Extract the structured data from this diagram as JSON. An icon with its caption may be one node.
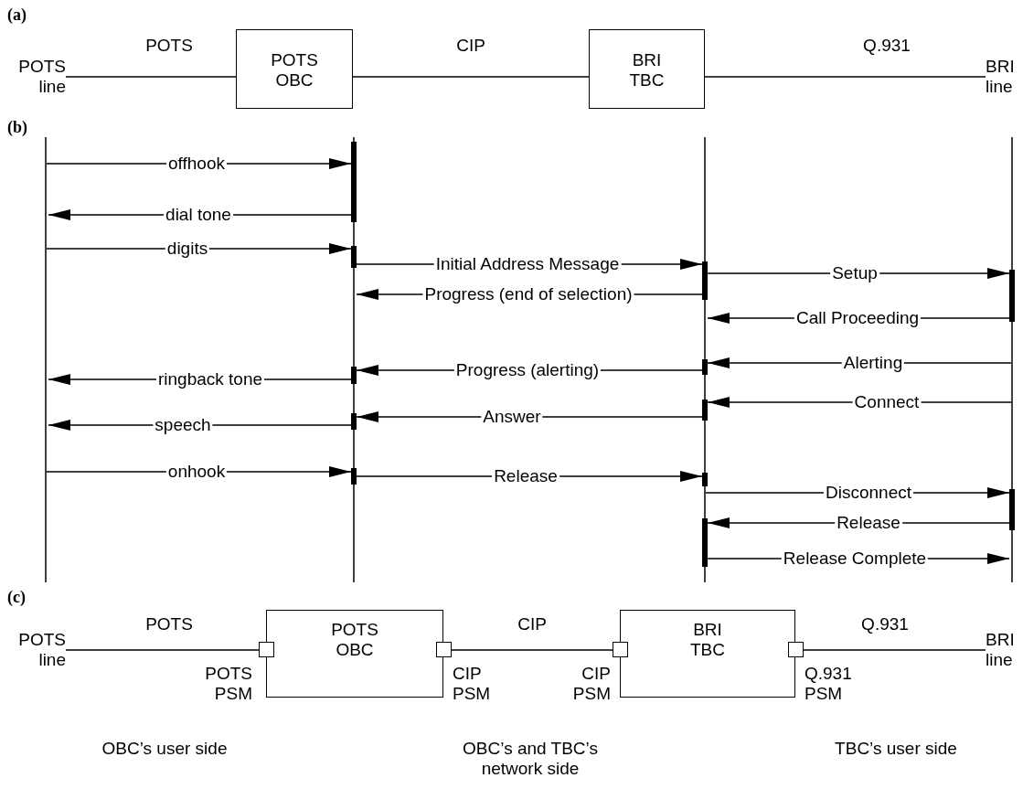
{
  "diagram": {
    "nodes": [
      {
        "text": [
          "POTS line"
        ]
      },
      {
        "text": [
          "POTS OBC"
        ]
      },
      {
        "text": [
          "BRI TBC"
        ]
      },
      {
        "text": [
          "BRI line"
        ]
      },
      {
        "text": [],
        "shape": "bar"
      },
      {
        "text": [],
        "shape": "bar"
      },
      {
        "text": [],
        "shape": "bar"
      },
      {
        "text": [],
        "shape": "bar"
      },
      {
        "text": [
          "POTS line"
        ]
      },
      {
        "text": [
          "POTS OBC"
        ]
      },
      {
        "text": [
          "BRI TBC"
        ]
      },
      {
        "text": [
          "BRI line"
        ]
      },
      {
        "text": [],
        "shape": "box",
        "beside": [
          "POTS PSM"
        ]
      },
      {
        "text": [],
        "shape": "box",
        "beside": [
          "CIP PSM"
        ]
      },
      {
        "text": [],
        "shape": "box",
        "beside": [
          "CIP PSM"
        ]
      },
      {
        "text": [],
        "shape": "box",
        "beside": [
          "Q.931 PSM"
        ]
      }
    ],
    "edges": [
      {
        "from": 0,
        "to": 1,
        "arrow": "none",
        "label": "POTS"
      },
      {
        "from": 1,
        "to": 2,
        "arrow": "none",
        "label": "CIP"
      },
      {
        "from": 2,
        "to": 3,
        "arrow": "none",
        "label": "Q.931"
      },
      {
        "from": 4,
        "to": 5,
        "arrow": "to",
        "label": "offhook"
      },
      {
        "from": 5,
        "to": 4,
        "arrow": "to",
        "label": "dial tone"
      },
      {
        "from": 4,
        "to": 5,
        "arrow": "to",
        "label": "digits"
      },
      {
        "from": 5,
        "to": 6,
        "arrow": "to",
        "label": "Initial Address Message"
      },
      {
        "from": 6,
        "to": 7,
        "arrow": "to",
        "label": "Setup"
      },
      {
        "from": 6,
        "to": 5,
        "arrow": "to",
        "label": "Progress (end of selection)"
      },
      {
        "from": 7,
        "to": 6,
        "arrow": "to",
        "label": "Call Proceeding"
      },
      {
        "from": 7,
        "to": 6,
        "arrow": "to",
        "label": "Alerting"
      },
      {
        "from": 6,
        "to": 5,
        "arrow": "to",
        "label": "Progress (alerting)"
      },
      {
        "from": 5,
        "to": 4,
        "arrow": "to",
        "label": "ringback tone"
      },
      {
        "from": 7,
        "to": 6,
        "arrow": "to",
        "label": "Connect"
      },
      {
        "from": 6,
        "to": 5,
        "arrow": "to",
        "label": "Answer"
      },
      {
        "from": 5,
        "to": 4,
        "arrow": "to",
        "label": "speech"
      },
      {
        "from": 4,
        "to": 5,
        "arrow": "to",
        "label": "onhook"
      },
      {
        "from": 5,
        "to": 6,
        "arrow": "to",
        "label": "Release"
      },
      {
        "from": 6,
        "to": 7,
        "arrow": "to",
        "label": "Disconnect"
      },
      {
        "from": 7,
        "to": 6,
        "arrow": "to",
        "label": "Release"
      },
      {
        "from": 6,
        "to": 7,
        "arrow": "to",
        "label": "Release Complete"
      },
      {
        "from": 8,
        "to": 12,
        "arrow": "none",
        "label": "POTS"
      },
      {
        "from": 13,
        "to": 14,
        "arrow": "none",
        "label": "CIP"
      },
      {
        "from": 15,
        "to": 11,
        "arrow": "none",
        "label": "Q.931"
      }
    ],
    "labels": [
      "(a)",
      "(b)",
      "(c)",
      "OBC’s user side",
      "OBC’s and TBC’s network side",
      "TBC’s user side"
    ]
  }
}
